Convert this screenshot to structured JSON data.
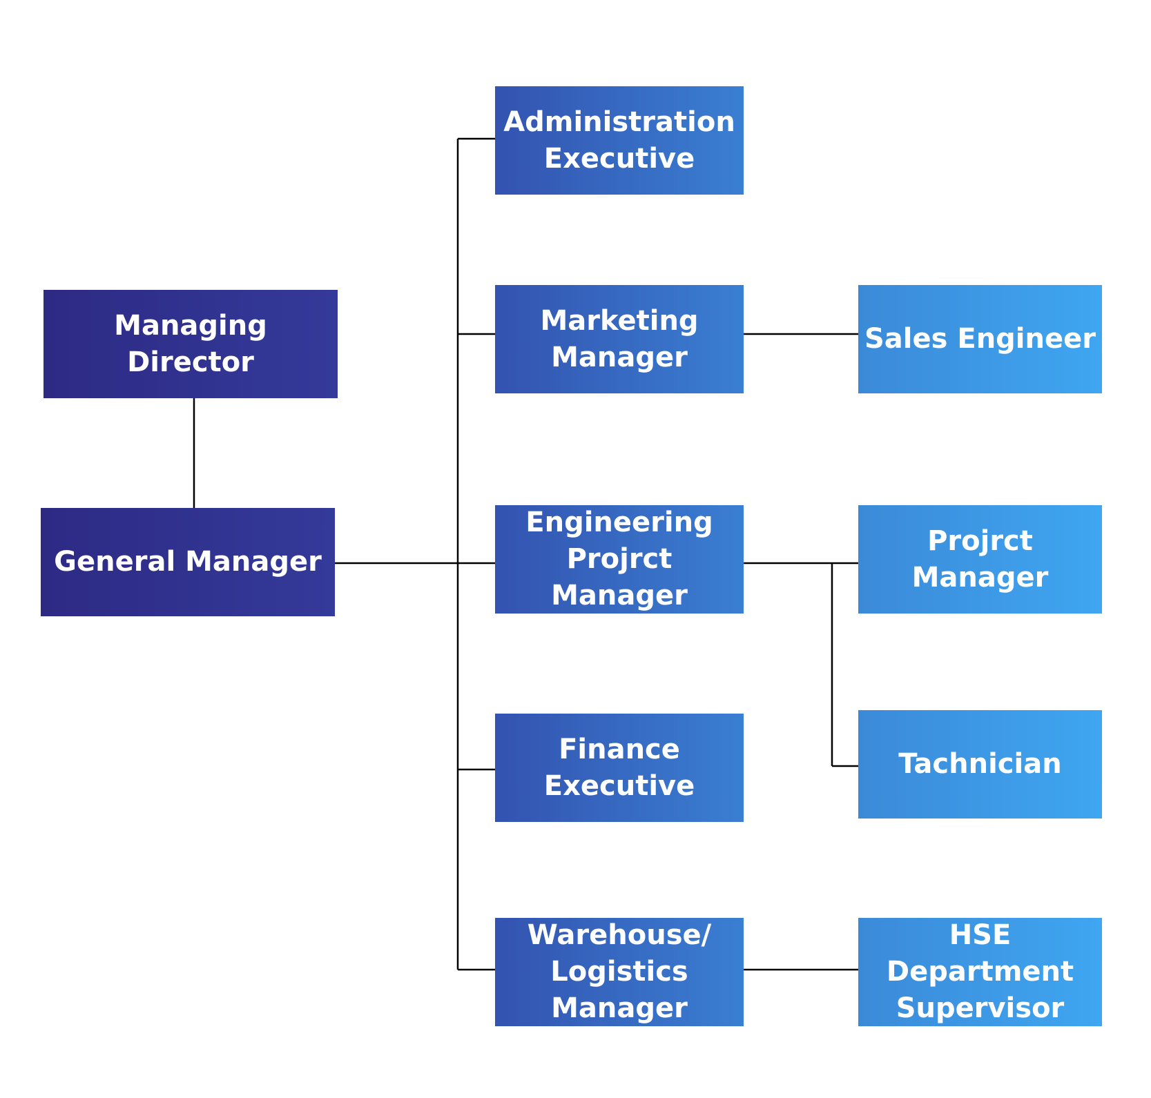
{
  "colors": {
    "top_level_start": "#2d2a84",
    "top_level_end": "#343a9a",
    "mid_level_start": "#3353b0",
    "mid_level_end": "#3a7fd2",
    "low_level_start": "#3b8ad8",
    "low_level_end": "#3fa6f1",
    "connector": "#000000",
    "text": "#ffffff"
  },
  "nodes": {
    "managing_director": "Managing Director",
    "general_manager": "General Manager",
    "administration_executive": "Administration\nExecutive",
    "marketing_manager": "Marketing\nManager",
    "engineering_project_manager": "Engineering\nProjrct Manager",
    "finance_executive": "Finance\nExecutive",
    "warehouse_logistics_manager": "Warehouse/\nLogistics Manager",
    "sales_engineer": "Sales Engineer",
    "project_manager": "Projrct Manager",
    "technician": "Tachnician",
    "hse_department_supervisor": "HSE Department\nSupervisor"
  },
  "edges": [
    {
      "from": "managing_director",
      "to": "general_manager"
    },
    {
      "from": "general_manager",
      "to": "administration_executive"
    },
    {
      "from": "general_manager",
      "to": "marketing_manager"
    },
    {
      "from": "general_manager",
      "to": "engineering_project_manager"
    },
    {
      "from": "general_manager",
      "to": "finance_executive"
    },
    {
      "from": "general_manager",
      "to": "warehouse_logistics_manager"
    },
    {
      "from": "marketing_manager",
      "to": "sales_engineer"
    },
    {
      "from": "engineering_project_manager",
      "to": "project_manager"
    },
    {
      "from": "engineering_project_manager",
      "to": "technician"
    },
    {
      "from": "warehouse_logistics_manager",
      "to": "hse_department_supervisor"
    }
  ]
}
